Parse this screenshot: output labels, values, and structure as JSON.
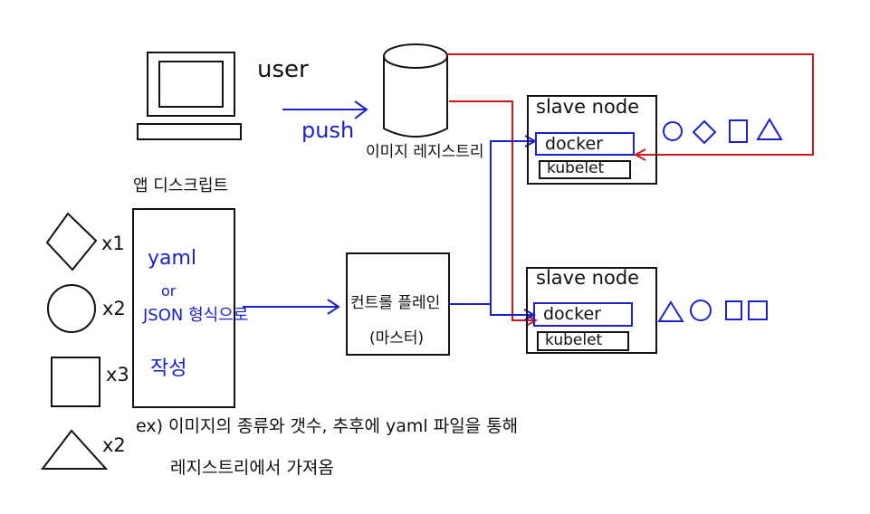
{
  "colors": {
    "ink": "#111111",
    "blue": "#1a22c8",
    "red": "#d01818"
  },
  "user": {
    "label": "user"
  },
  "push": {
    "label": "push"
  },
  "registry": {
    "label": "이미지 레지스트리"
  },
  "app_description": {
    "title": "앱 디스크립트",
    "body_lines": [
      "yaml",
      "or",
      "JSON 형식으로",
      "작성"
    ]
  },
  "multipliers": [
    "x1",
    "x2",
    "x3",
    "x2"
  ],
  "control_plane": {
    "lines": [
      "컨트롤 플레인",
      "(마스터)"
    ]
  },
  "slave_nodes": [
    {
      "title": "slave node",
      "docker": "docker",
      "kubelet": "kubelet",
      "containers": [
        "circle",
        "diamond",
        "square",
        "triangle"
      ]
    },
    {
      "title": "slave node",
      "docker": "docker",
      "kubelet": "kubelet",
      "containers": [
        "triangle",
        "circle",
        "square",
        "square"
      ]
    }
  ],
  "footnote": {
    "line1": "ex) 이미지의 종류와 갯수, 추후에 yaml 파일을 통해",
    "line2": "레지스트리에서 가져옴"
  }
}
